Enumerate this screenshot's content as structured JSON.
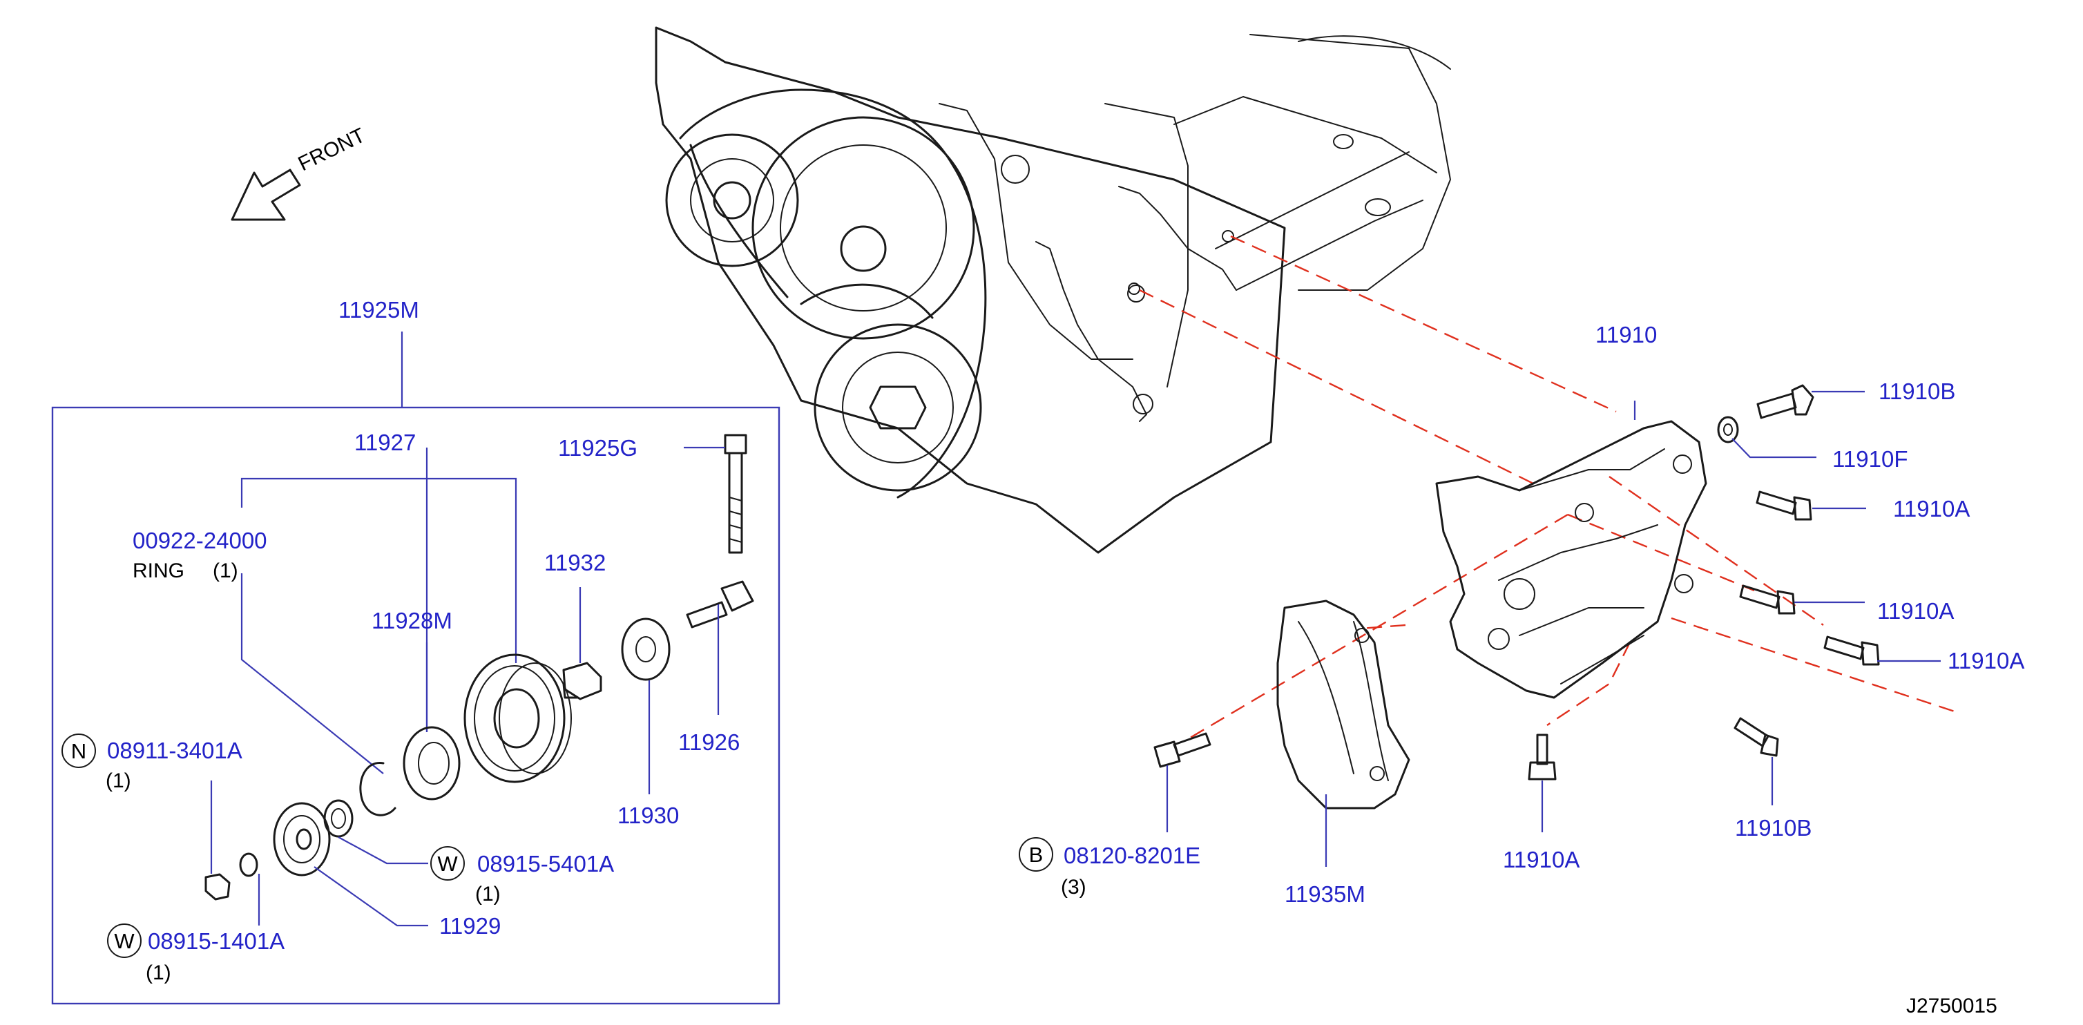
{
  "front_label": "FRONT",
  "diagram_id": "J2750015",
  "parts": {
    "p11925M": "11925M",
    "p11927": "11927",
    "p11925G": "11925G",
    "p00922": "00922-24000",
    "ring_label": "RING",
    "ring_qty": "(1)",
    "p11932": "11932",
    "p11928M": "11928M",
    "p11926": "11926",
    "p11930": "11930",
    "p08911": "08911-3401A",
    "p08911_qty": "(1)",
    "p08911_prefix": "N",
    "p08915_5401": "08915-5401A",
    "p08915_5401_qty": "(1)",
    "p08915_5401_prefix": "W",
    "p11929": "11929",
    "p08915_1401": "08915-1401A",
    "p08915_1401_qty": "(1)",
    "p08915_1401_prefix": "W",
    "p11910": "11910",
    "p11910B_top": "11910B",
    "p11910F": "11910F",
    "p11910A_1": "11910A",
    "p11910A_2": "11910A",
    "p11910A_3": "11910A",
    "p08120": "08120-8201E",
    "p08120_qty": "(3)",
    "p08120_prefix": "B",
    "p11935M": "11935M",
    "p11910A_bottom": "11910A",
    "p11910B_bottom": "11910B"
  }
}
